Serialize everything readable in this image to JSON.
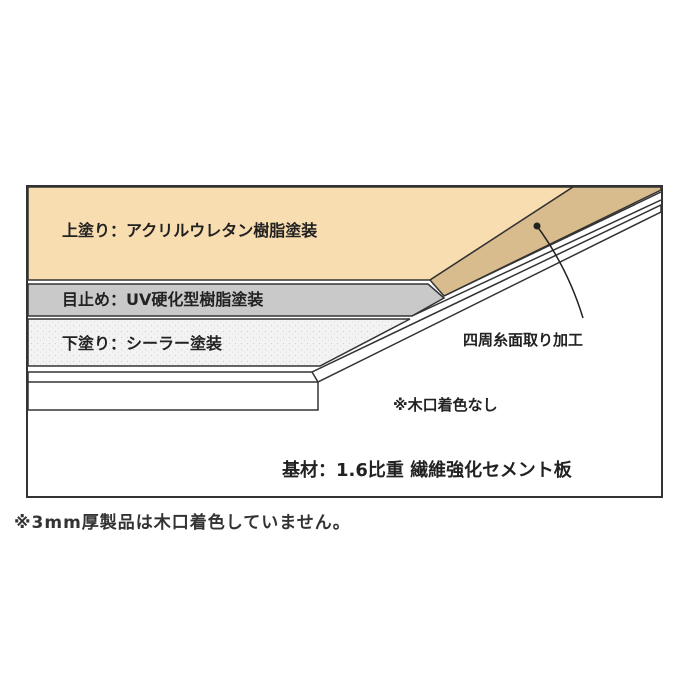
{
  "layers": {
    "top_coat": "上塗り：アクリルウレタン樹脂塗装",
    "filler": "目止め：UV硬化型樹脂塗装",
    "undercoat": "下塗り：シーラー塗装"
  },
  "annotations": {
    "chamfer": "四周糸面取り加工",
    "edge_note": "※木口着色なし"
  },
  "substrate": "基材：1.6比重 繊維強化セメント板",
  "footnote": "※3mm厚製品は木口着色していません。",
  "colors": {
    "top_coat": "#F7DDB0",
    "chamfer_strip": "#D8BC8E",
    "filler": "#C9C9C9",
    "undercoat": "#F2F2F2",
    "outline": "#333333"
  }
}
